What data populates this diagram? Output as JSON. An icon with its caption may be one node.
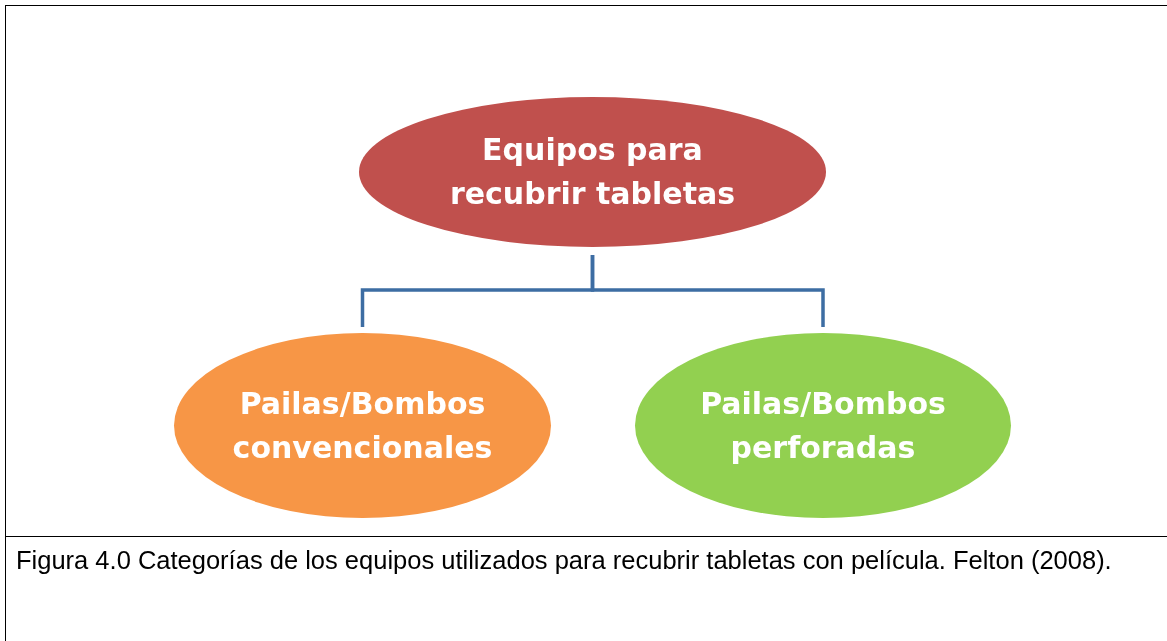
{
  "diagram": {
    "caption": "Figura 4.0 Categorías de los equipos utilizados para recubrir tabletas con película. Felton (2008).",
    "nodes": [
      {
        "text": [
          "Equipos para recubrir tabletas"
        ]
      },
      {
        "text": [
          "Pailas/Bombos convencionales"
        ]
      },
      {
        "text": [
          "Pailas/Bombos perforadas"
        ]
      }
    ],
    "edges": [
      {
        "from": 0,
        "to": 1,
        "arrow": "none"
      },
      {
        "from": 0,
        "to": 2,
        "arrow": "none"
      }
    ]
  }
}
